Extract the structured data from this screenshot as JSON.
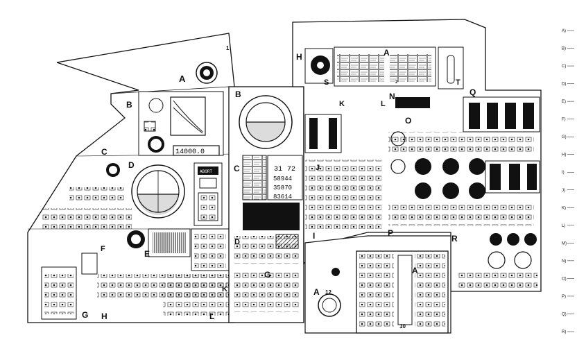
{
  "panel_labels": {
    "A_upper_left": "A",
    "B_left": "B",
    "B_center": "B",
    "C_left": "C",
    "C_center": "C",
    "D_left": "D",
    "D_center": "D",
    "E": "E",
    "F": "F",
    "G_left": "G",
    "G_center": "G",
    "H_top": "H",
    "H_bottom": "H",
    "I": "I",
    "J": "J",
    "K_top": "K",
    "K_bottom": "K",
    "L_top": "L",
    "L_bottom": "L",
    "N": "N",
    "O": "O",
    "P": "P",
    "Q": "Q",
    "R": "R",
    "S": "S",
    "T": "T",
    "A_top": "A",
    "A_bottom_left": "A",
    "A_bottom_right": "A",
    "one": "1"
  },
  "numbers": {
    "panel_12": "12",
    "panel_10": "10",
    "digit_2": "2"
  },
  "readouts": {
    "altitude_counter": "14000.0",
    "dsky_r1_a": "31",
    "dsky_r1_b": "72",
    "dsky_r2": "58944",
    "dsky_r3": "35870",
    "dsky_r4": "83614",
    "abort_label": "ABORT"
  },
  "grid_rows": [
    "A",
    "B",
    "C",
    "D",
    "E",
    "F",
    "G",
    "H",
    "I",
    "J",
    "K",
    "L",
    "M",
    "N",
    "O",
    "P",
    "Q",
    "R"
  ],
  "colors": {
    "ink": "#111111",
    "paper": "#ffffff",
    "panel": "#ffffff",
    "dark": "#1a1a1a"
  }
}
